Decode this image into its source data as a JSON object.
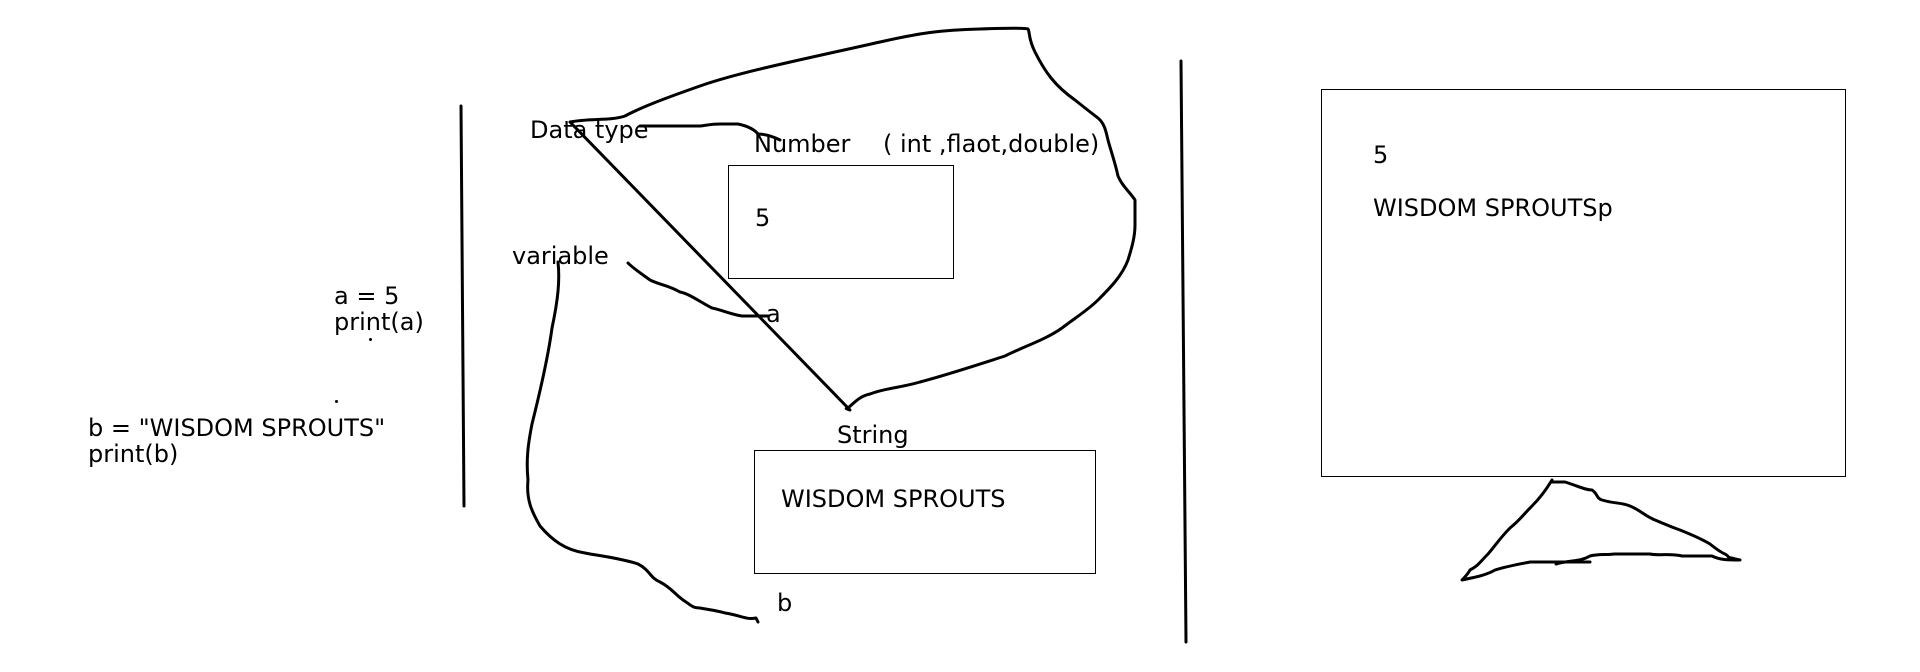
{
  "code": {
    "line1": "a = 5",
    "line2": "print(a)",
    "line3": "b = \"WISDOM SPROUTS\"",
    "line4": "print(b)"
  },
  "concept": {
    "data_type": "Data type",
    "variable": "variable",
    "number_label": "Number",
    "number_types": "( int ,flaot,double)",
    "number_box_value": "5",
    "var_a": "a",
    "string_label": "String",
    "string_box_value": "WISDOM SPROUTS",
    "var_b": "b"
  },
  "output": {
    "line1": "5",
    "line2": "WISDOM SPROUTSp"
  }
}
